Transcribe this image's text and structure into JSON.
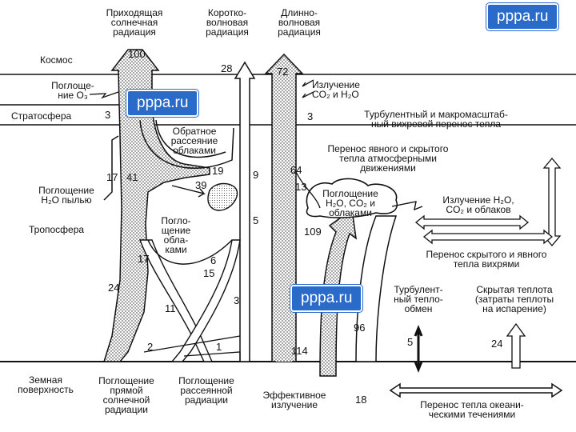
{
  "watermark": "pppa.ru",
  "headers": {
    "incoming": [
      "Приходящая",
      "солнечная",
      "радиация"
    ],
    "shortwave": [
      "Коротко-",
      "волновая",
      "радиация"
    ],
    "longwave": [
      "Длинно-",
      "волновая",
      "радиация"
    ]
  },
  "layers": {
    "space": "Космос",
    "ozone": [
      "Поглоще-",
      "ние O₃"
    ],
    "stratosphere": "Стратосфера",
    "dust": [
      "Поглощение",
      "H₂O пылью"
    ],
    "troposphere": "Тропосфера",
    "surface": [
      "Земная",
      "поверхность"
    ]
  },
  "labels": {
    "backscatter": [
      "Обратное",
      "рассеяние",
      "облаками"
    ],
    "cloud_absorption": [
      "Погло-",
      "щение",
      "обла-",
      "ками"
    ],
    "emission_top": [
      "Излучение",
      "CO₂ и H₂O"
    ],
    "turbulent_macro": [
      "Турбулентный и макромасштаб-",
      "ный вихревой перенос тепла"
    ],
    "sensible_latent": [
      "Перенос явного и скрытого",
      "тепла атмосферными",
      "движениями"
    ],
    "absorption_gases": [
      "Поглощение",
      "H₂O, CO₂ и",
      "облаками"
    ],
    "emission_right": [
      "Излучение H₂O,",
      "CO₂ и облаков"
    ],
    "latent_sensible_eddies": [
      "Перенос скрытого и явного",
      "тепла вихрями"
    ],
    "turbulent_exchange": [
      "Турбулент-",
      "ный тепло-",
      "обмен"
    ],
    "latent_heat": [
      "Скрытая теплота",
      "(затраты теплоты",
      "на испарение)"
    ],
    "direct_absorption": [
      "Поглощение",
      "прямой",
      "солнечной",
      "радиации"
    ],
    "diffuse_absorption": [
      "Поглощение",
      "рассеянной",
      "радиации"
    ],
    "effective_emission": [
      "Эффективное",
      "излучение"
    ],
    "ocean_transport": [
      "Перенос тепла океани-",
      "ческими течениями"
    ]
  },
  "values": {
    "incoming": "100",
    "shortwave_out": "28",
    "longwave_out": "72",
    "ozone": "3",
    "longwave_co2": "3",
    "dust": "17",
    "cloud_41": "41",
    "backscatter": "19",
    "cloud_39": "39",
    "reflect_9": "9",
    "emission_64": "64",
    "gas_13": "13",
    "surface_5": "5",
    "absorb_109": "109",
    "direct_24": "24",
    "scatter_17": "17",
    "cloud_6": "6",
    "cloud_15": "15",
    "diffuse_11": "11",
    "diffuse_3": "3",
    "surface_2": "2",
    "surface_1": "1",
    "surface_114": "114",
    "surface_96": "96",
    "turbulent_5": "5",
    "latent_24": "24",
    "effective_18": "18"
  }
}
